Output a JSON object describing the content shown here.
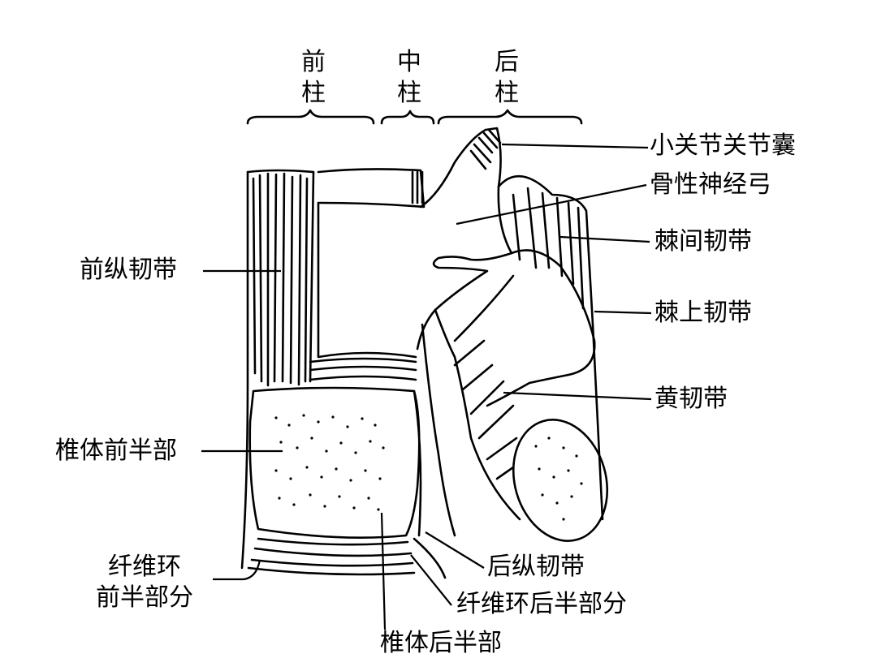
{
  "columns": {
    "anterior": [
      "前",
      "柱"
    ],
    "middle": [
      "中",
      "柱"
    ],
    "posterior": [
      "后",
      "柱"
    ]
  },
  "labels": {
    "facet_capsule": "小关节关节囊",
    "bony_arch": "骨性神经弓",
    "interspinous_ligament": "棘间韧带",
    "supraspinous_ligament": "棘上韧带",
    "ligamentum_flavum": "黄韧带",
    "anterior_longitudinal_ligament": "前纵韧带",
    "anterior_vertebral_body": "椎体前半部",
    "annulus_anterior_line1": "纤维环",
    "annulus_anterior_line2": "前半部分",
    "posterior_longitudinal_ligament": "后纵韧带",
    "annulus_posterior": "纤维环后半部分",
    "posterior_vertebral_body": "椎体后半部"
  },
  "colors": {
    "ink": "#000000",
    "paper": "#ffffff"
  }
}
